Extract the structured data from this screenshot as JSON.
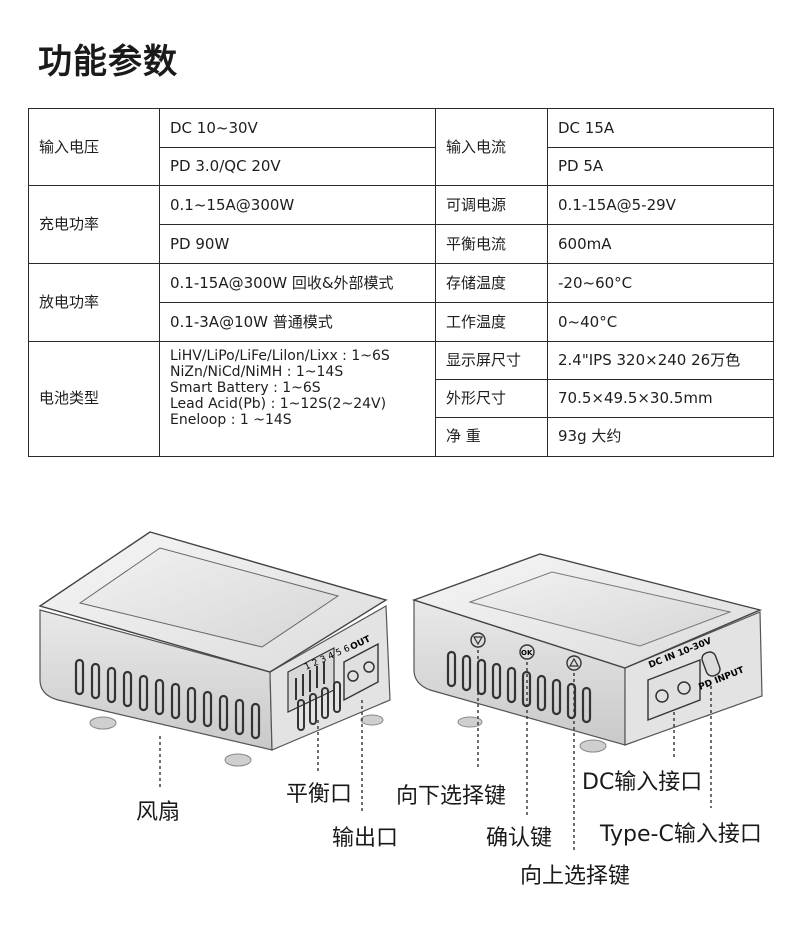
{
  "title": "功能参数",
  "specs": {
    "input_voltage": {
      "label": "输入电压",
      "v1": "DC 10~30V",
      "v2": "PD 3.0/QC 20V"
    },
    "input_current": {
      "label": "输入电流",
      "v1": "DC 15A",
      "v2": "PD 5A"
    },
    "charge_power": {
      "label": "充电功率",
      "v1": "0.1~15A@300W",
      "v2": "PD 90W"
    },
    "adjustable_supply": {
      "label": "可调电源",
      "value": "0.1-15A@5-29V"
    },
    "balance_current": {
      "label": "平衡电流",
      "value": "600mA"
    },
    "discharge_power": {
      "label": "放电功率",
      "v1": "0.1-15A@300W 回收&外部模式",
      "v2": "0.1-3A@10W 普通模式"
    },
    "storage_temp": {
      "label": "存储温度",
      "value": "-20~60°C"
    },
    "work_temp": {
      "label": "工作温度",
      "value": "0~40°C"
    },
    "battery_type": {
      "label": "电池类型",
      "lines": [
        "LiHV/LiPo/LiFe/Lilon/Lixx : 1~6S",
        "NiZn/NiCd/NiMH : 1~14S",
        "Smart Battery : 1~6S",
        "Lead Acid(Pb) : 1~12S(2~24V)",
        "Eneloop : 1 ~14S"
      ]
    },
    "display": {
      "label": "显示屏尺寸",
      "value": "2.4\"IPS 320×240  26万色"
    },
    "dimensions": {
      "label": "外形尺寸",
      "value": "70.5×49.5×30.5mm"
    },
    "weight": {
      "label": "净  重",
      "value": "93g 大约"
    }
  },
  "callouts": {
    "fan": "风扇",
    "balance_port": "平衡口",
    "output_port": "输出口",
    "down_key": "向下选择键",
    "ok_key": "确认键",
    "up_key": "向上选择键",
    "dc_input": "DC输入接口",
    "typec_input": "Type-C输入接口"
  },
  "device_marks": {
    "balance_numbers": "1 2 3 4 5 6",
    "out": "OUT",
    "ok": "OK",
    "dc_in": "DC IN 10-30V",
    "pd_input": "PD INPUT"
  }
}
